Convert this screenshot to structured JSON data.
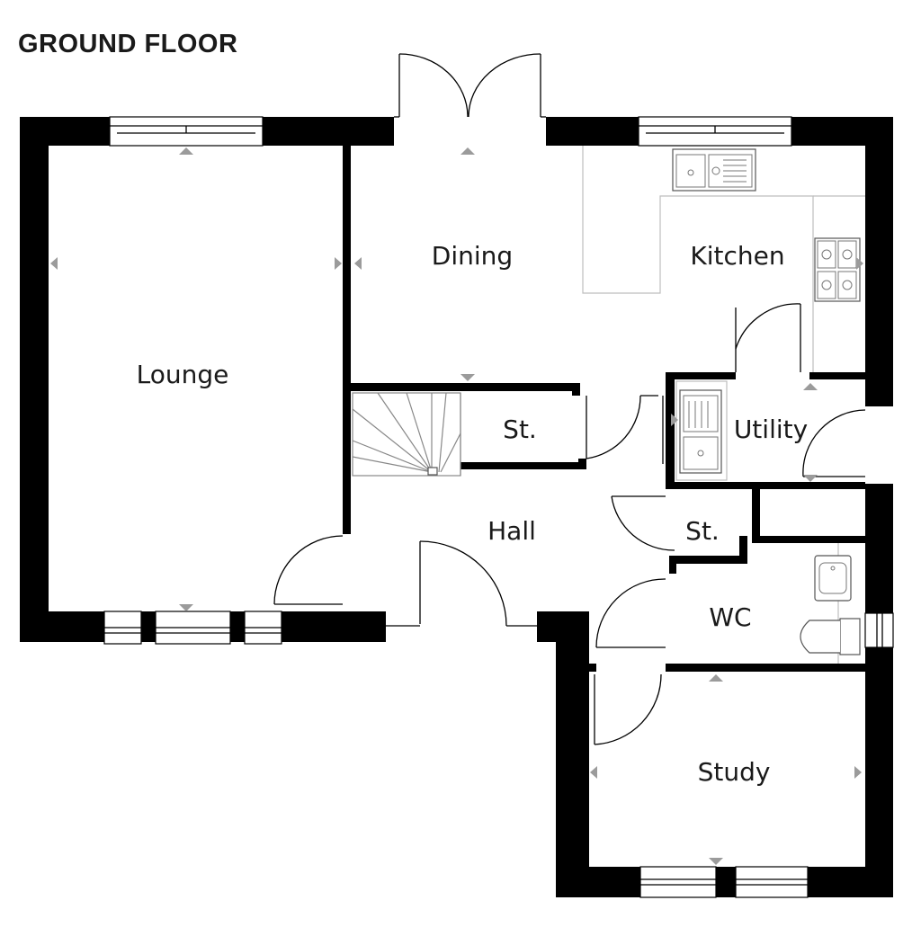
{
  "floor_title": "GROUND FLOOR",
  "rooms": {
    "lounge": "Lounge",
    "dining": "Dining",
    "kitchen": "Kitchen",
    "store_under_stairs": "St.",
    "utility": "Utility",
    "hall": "Hall",
    "store_hall": "St.",
    "wc": "WC",
    "study": "Study"
  }
}
